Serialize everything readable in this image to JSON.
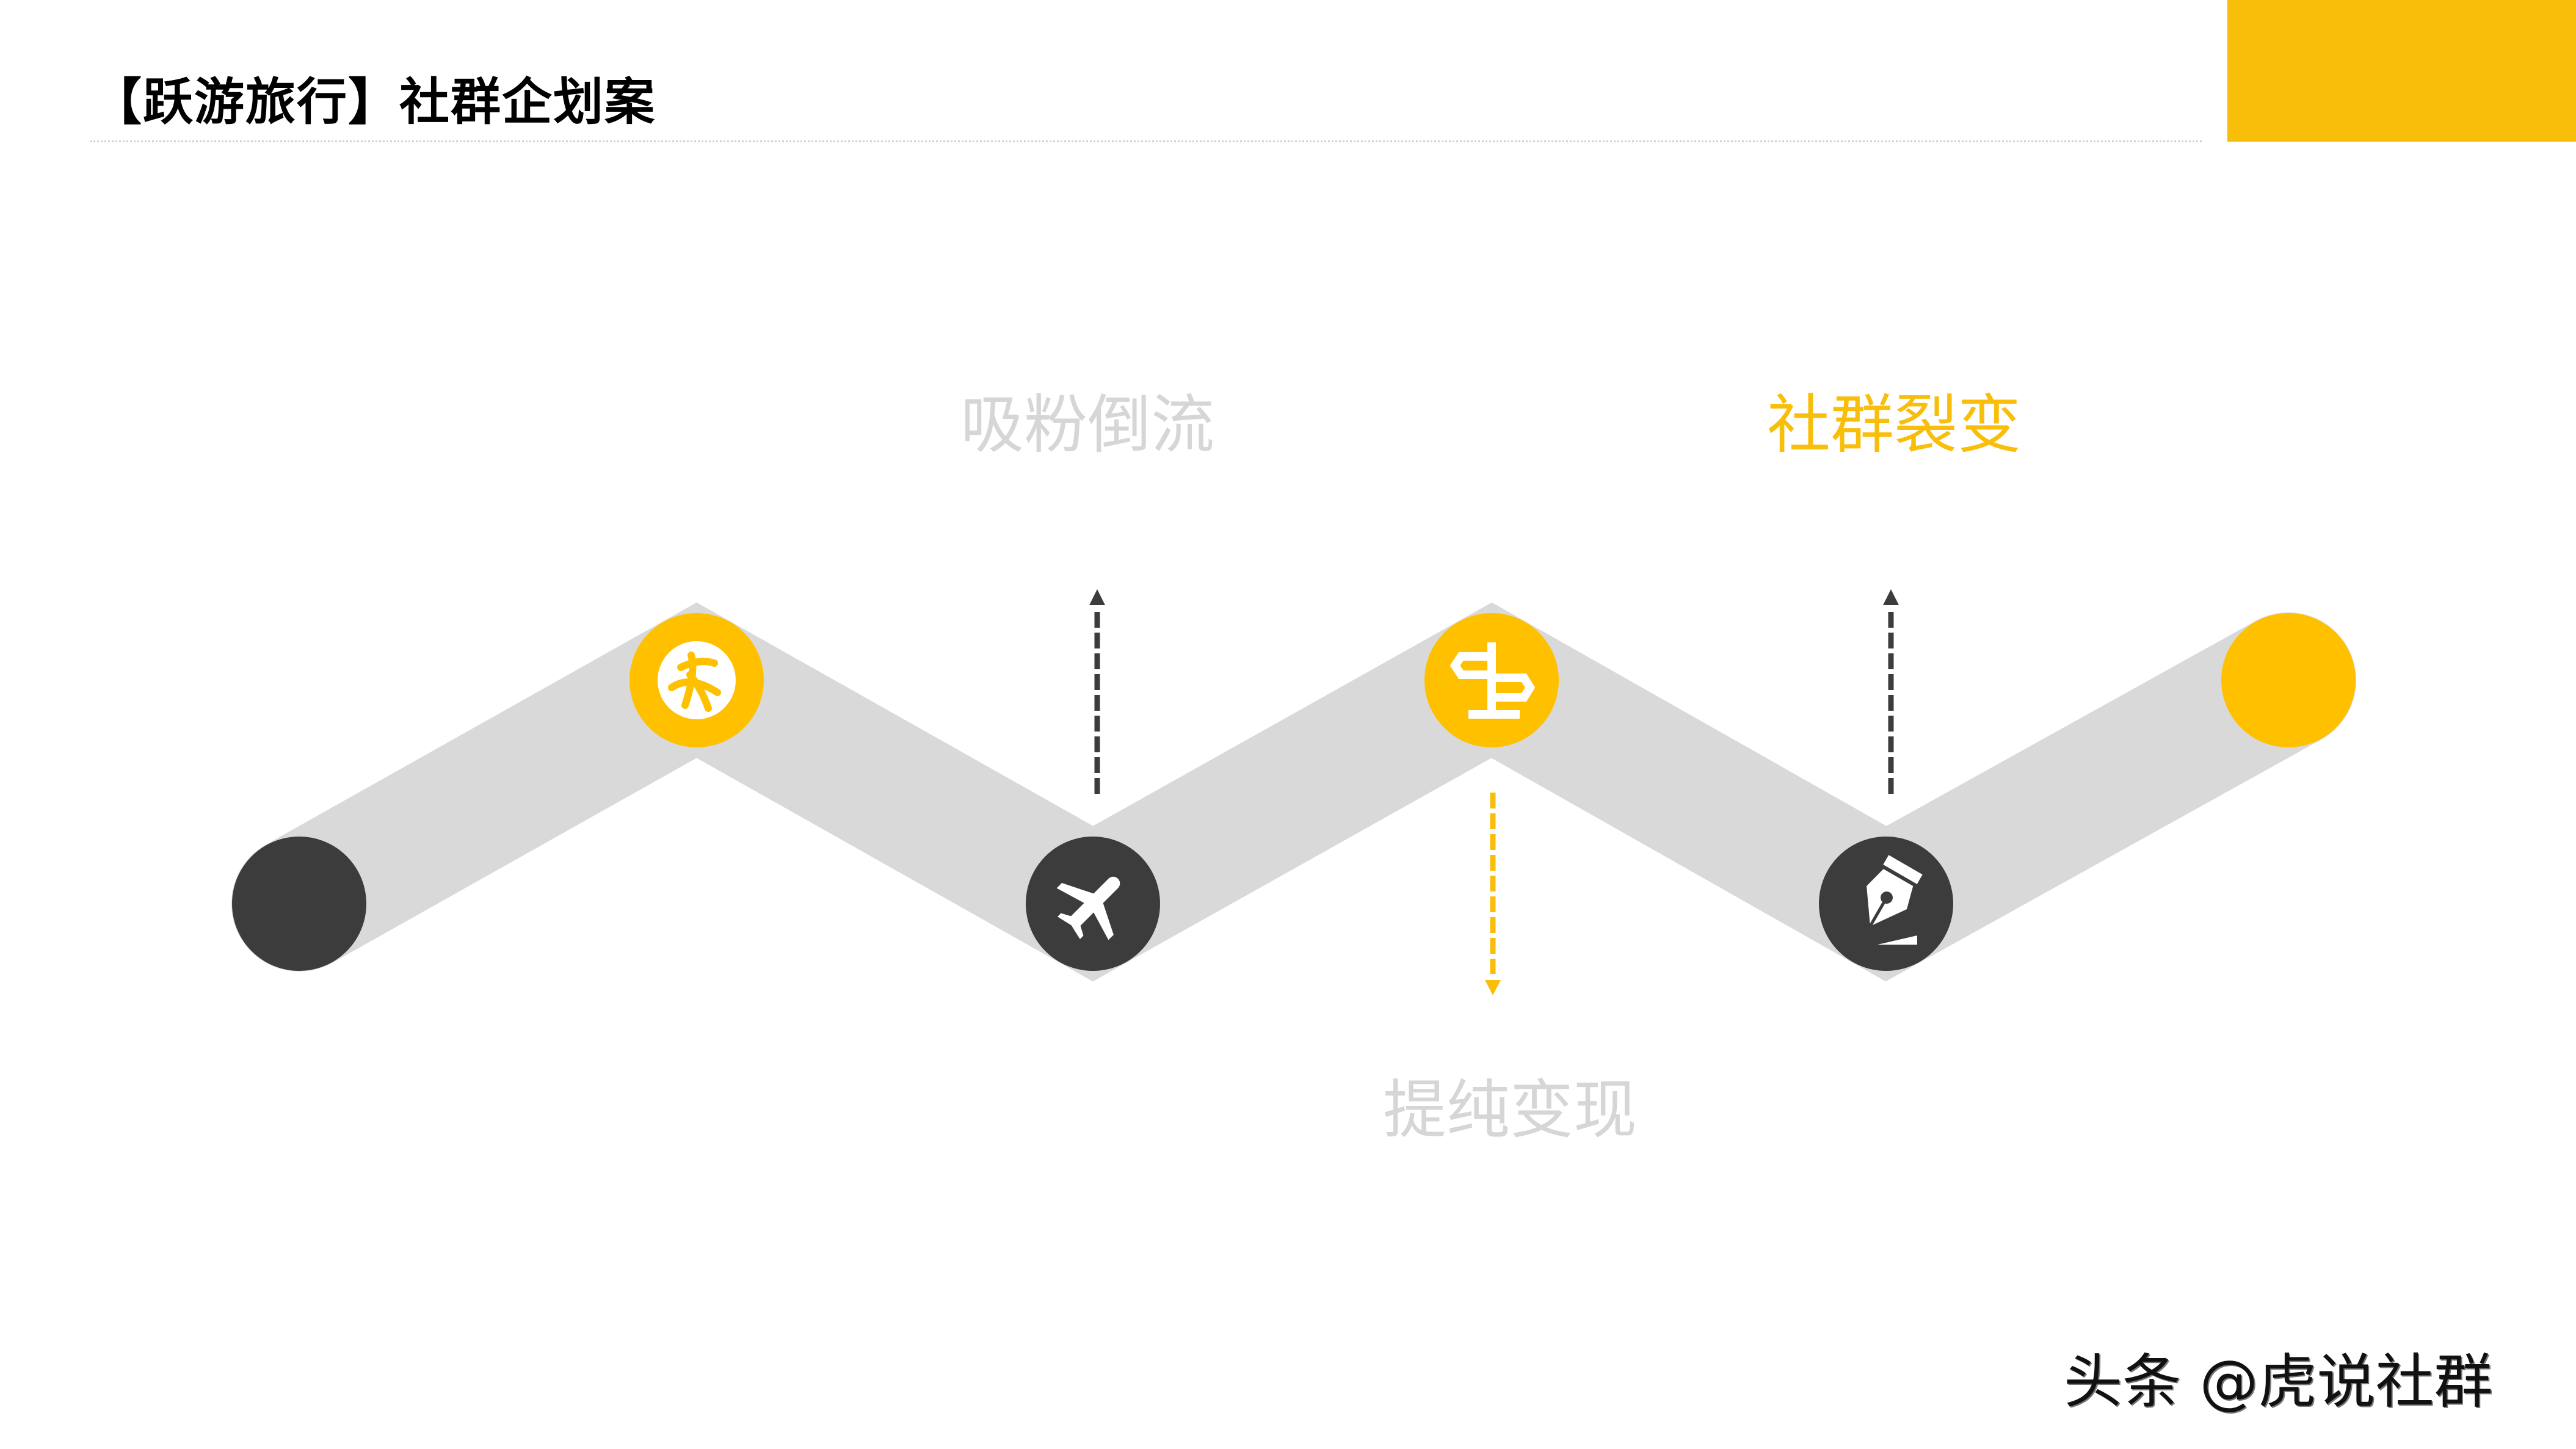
{
  "header": {
    "title": "【跃游旅行】社群企划案"
  },
  "colors": {
    "accent": "#f9be0a",
    "dark": "#3c3c3c",
    "band": "#d9d9d9",
    "label_grey": "#d6d6d6"
  },
  "diagram": {
    "nodes": [
      {
        "id": "start",
        "color": "dark",
        "icon": ""
      },
      {
        "id": "node-1",
        "color": "yellow",
        "icon": "basketball-icon"
      },
      {
        "id": "node-2",
        "color": "dark",
        "icon": "airplane-icon"
      },
      {
        "id": "node-3",
        "color": "yellow",
        "icon": "signpost-icon"
      },
      {
        "id": "node-4",
        "color": "dark",
        "icon": "pen-nib-icon"
      },
      {
        "id": "end",
        "color": "yellow",
        "icon": ""
      }
    ],
    "labels": {
      "step1": "吸粉倒流",
      "step2": "提纯变现",
      "step3": "社群裂变"
    }
  },
  "watermark": "头条 @虎说社群"
}
